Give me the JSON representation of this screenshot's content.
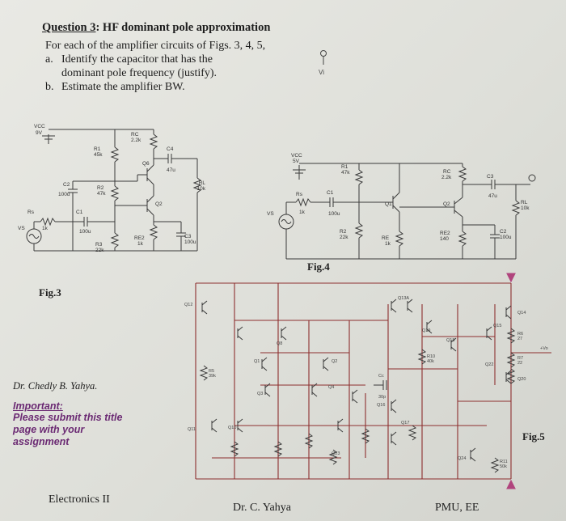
{
  "question": {
    "title_prefix": "Question 3",
    "title_rest": ": HF dominant pole approximation",
    "intro": "For each of the amplifier circuits of Figs. 3, 4, 5,",
    "items": [
      {
        "marker": "a.",
        "text": "Identify the capacitor that has the"
      },
      {
        "marker": "",
        "text": "dominant pole frequency (justify)."
      },
      {
        "marker": "b.",
        "text": "Estimate the amplifier BW."
      }
    ]
  },
  "fig3": {
    "label": "Fig.3",
    "parts": {
      "vcc": "VCC",
      "vcc_val": "9V",
      "r1": "R1",
      "r1_val": "45k",
      "rc": "RC",
      "rc_val": "2.2k",
      "c4": "C4",
      "c4_val": "47u",
      "q6": "Q6",
      "c2": "C2",
      "c2_val": "100u",
      "r2": "R2",
      "r2_val": "47k",
      "rl": "RL",
      "rl_val": "10k",
      "q2": "Q2",
      "rs": "Rs",
      "rs_val": "1k",
      "c1": "C1",
      "c1_val": "100u",
      "vs": "VS",
      "r3": "R3",
      "r3_val": "22k",
      "re2": "RE2",
      "re2_val": "1k",
      "c3": "C3",
      "c3_val": "100u"
    }
  },
  "fig4": {
    "label": "Fig.4",
    "parts": {
      "vcc": "VCC",
      "vcc_val": "5V",
      "r1": "R1",
      "r1_val": "47k",
      "rc": "RC",
      "rc_val": "2.2k",
      "c3": "C3",
      "c3_val": "47u",
      "rs": "Rs",
      "rs_val": "1k",
      "c1": "C1",
      "c1_val": "100u",
      "vs": "VS",
      "q1": "Q1",
      "q2": "Q2",
      "rl": "RL",
      "rl_val": "10k",
      "r2": "R2",
      "r2_val": "22k",
      "re": "RE",
      "re_val": "1k",
      "re2": "RE2",
      "re2_val": "140",
      "c2": "C2",
      "c2_val": "100u"
    },
    "vi": "Vi"
  },
  "fig5": {
    "label": "Fig.5",
    "parts": {
      "q12": "Q12",
      "q13": "Q13A",
      "q14": "Q14",
      "q15": "Q15",
      "q19": "Q19",
      "q18": "Q18",
      "q10": "Q10",
      "q20": "Q20",
      "q11": "Q11",
      "q16": "Q16",
      "q17": "Q17",
      "q22": "Q22",
      "q23": "Q23",
      "q24": "Q24",
      "q4": "Q4",
      "q3": "Q3",
      "q8": "Q8",
      "q1": "Q1",
      "q2": "Q2",
      "r10": "R10",
      "r10_val": "40k",
      "r5": "R5",
      "r5_val": "39k",
      "r6": "R6",
      "r6_val": "27",
      "r7": "R7",
      "r7_val": "22",
      "r11": "R11",
      "r11_val": "50k",
      "cc": "Cc",
      "cc_val": "30p",
      "vplus": "+Vo"
    }
  },
  "note": {
    "name": "Dr. Chedly B. Yahya.",
    "important": "Important:",
    "lines": [
      "Please submit this title",
      "page with your",
      "assignment"
    ]
  },
  "footer": {
    "left": "Electronics II",
    "center": "Dr. C. Yahya",
    "right": "PMU, EE"
  }
}
